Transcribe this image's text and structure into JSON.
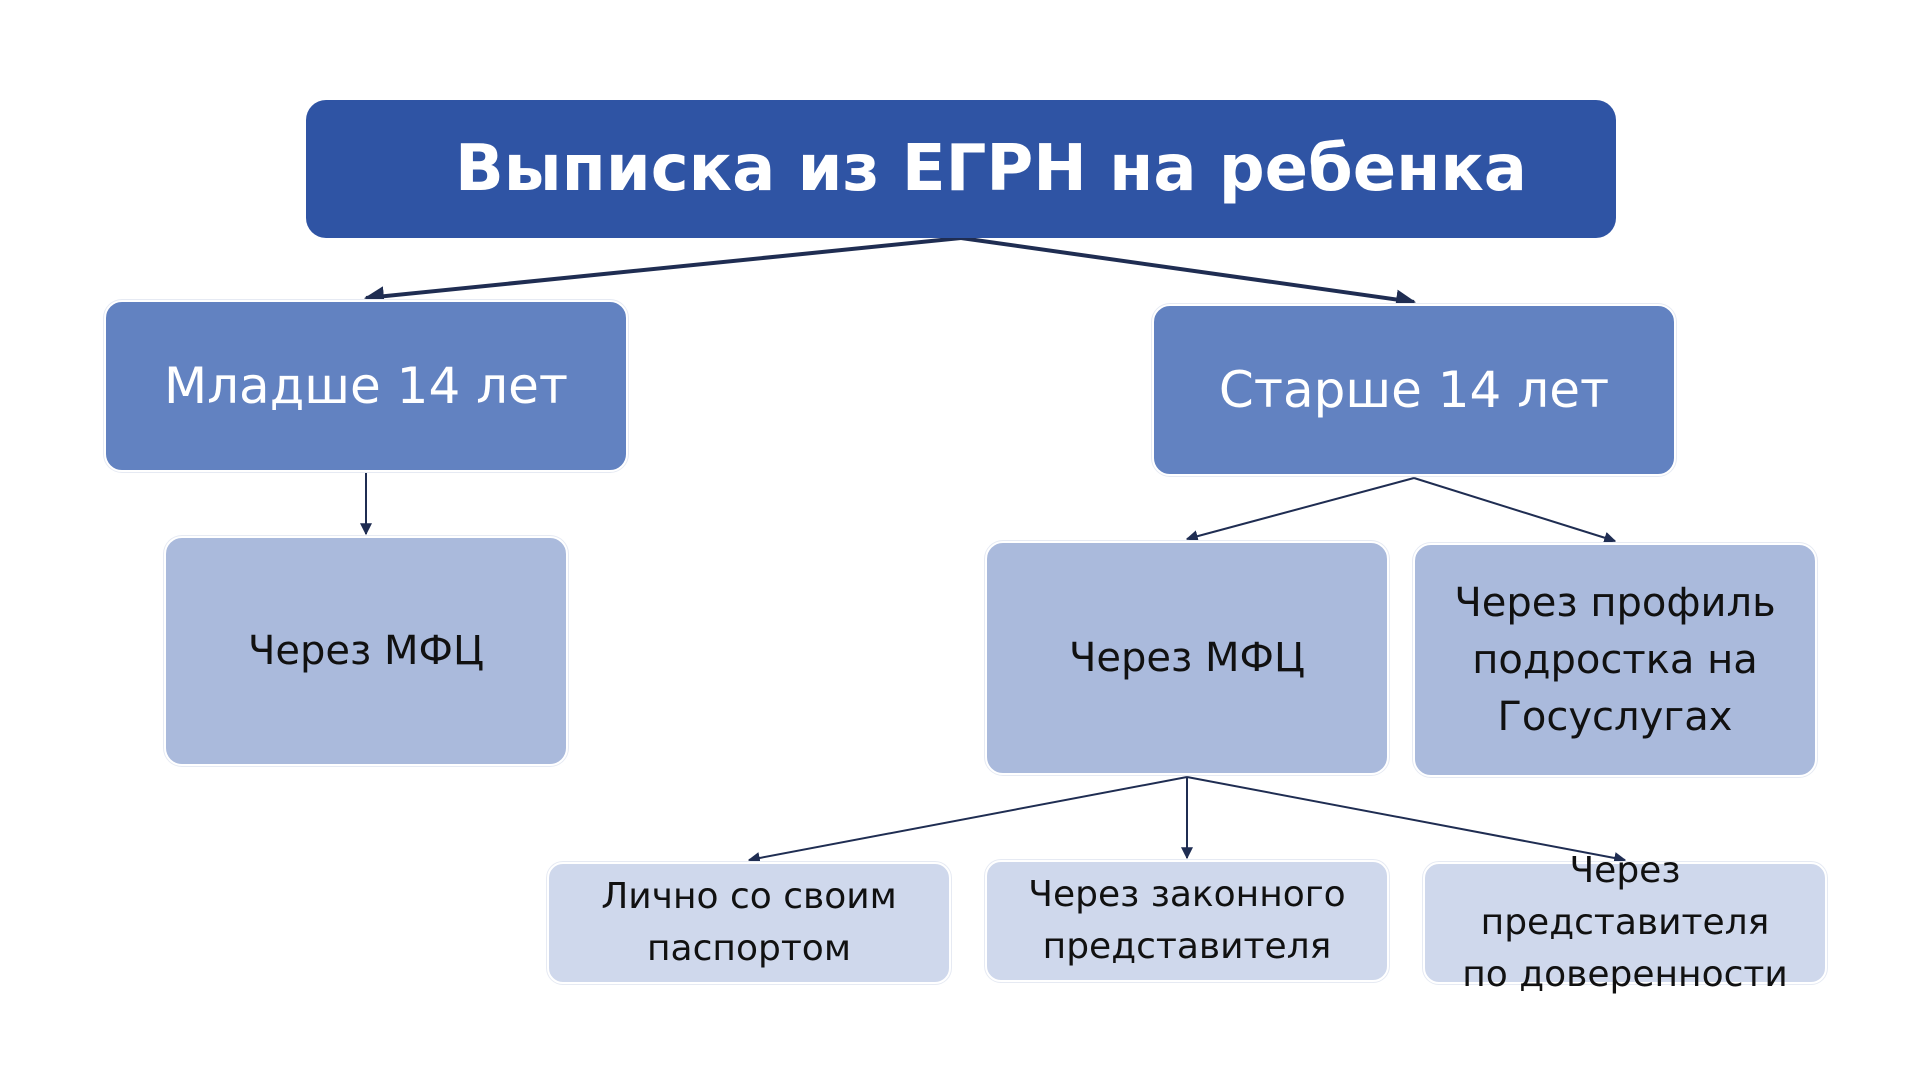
{
  "diagram": {
    "title": "Выписка из ЕГРН на ребенка",
    "under14": {
      "label": "Младше 14 лет",
      "mfc": "Через МФЦ"
    },
    "over14": {
      "label": "Старше 14 лет",
      "mfc": "Через МФЦ",
      "gosuslugi": "Через профиль\nподростка на\nГосуслугах",
      "mfc_options": {
        "personal": "Лично со своим\nпаспортом",
        "legal_rep": "Через законного\nпредставителя",
        "proxy_rep": "Через представителя\nпо доверенности"
      }
    }
  },
  "colors": {
    "title_bg": "#2f54a4",
    "level1_bg": "#6282c1",
    "level2_bg": "#aabadc",
    "level3_bg": "#cfd8ec",
    "connector": "#1f2d52"
  }
}
